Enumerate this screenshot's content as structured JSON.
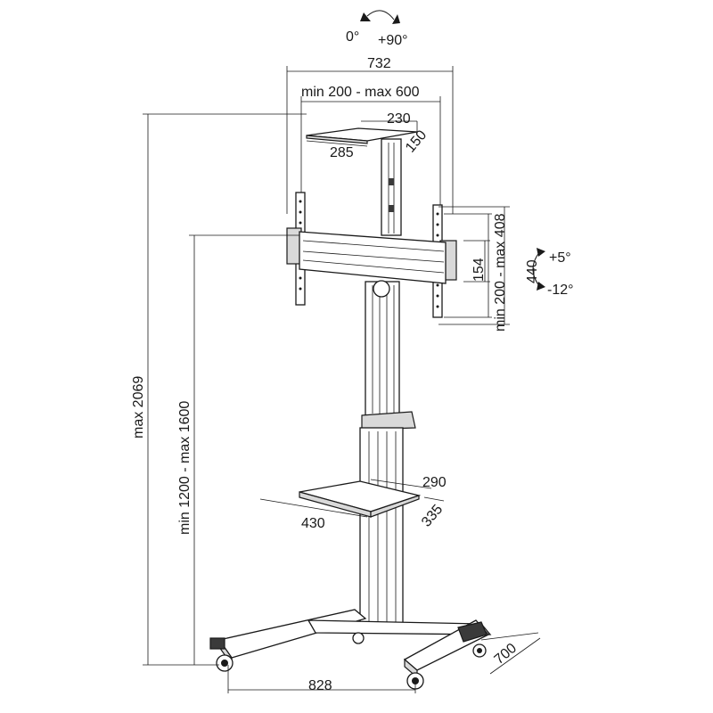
{
  "rotation": {
    "left_label": "0°",
    "right_label": "+90°"
  },
  "dimensions": {
    "width_total": "732",
    "width_range": "min 200 - max 600",
    "top_plate_width": "230",
    "top_plate_depth": "150",
    "top_plate_length": "285",
    "height_max": "max 2069",
    "height_range": "min 1200 - max 1600",
    "bracket_height": "154",
    "vesa_vertical": "min 200 - max 408",
    "arm_height": "440",
    "tilt_up": "+5°",
    "tilt_down": "-12°",
    "shelf_width_back": "290",
    "shelf_depth": "335",
    "shelf_width_front": "430",
    "base_width": "828",
    "base_depth": "700"
  }
}
